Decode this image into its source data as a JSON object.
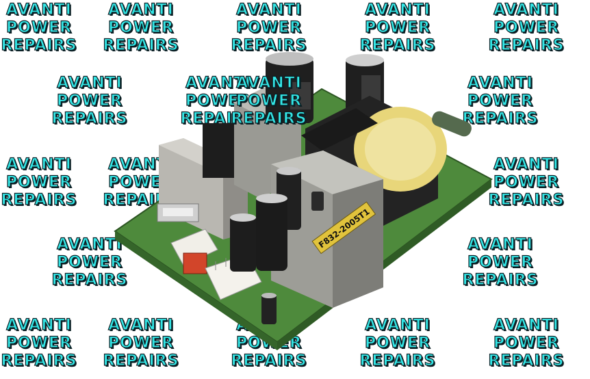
{
  "watermark": {
    "line1": "AVANTI",
    "line2": "POWER",
    "line3": "REPAIRS"
  },
  "photo": {
    "subject": "open-frame switching power supply board",
    "part_label": "F832-2005T1"
  },
  "colors": {
    "watermark_fill": "#33e6e6",
    "watermark_outline": "#0b1f24",
    "pcb_green": "#4e8a3c",
    "heatsink_metal": "#9a9a94",
    "transformer_tape": "#e8d67a"
  }
}
